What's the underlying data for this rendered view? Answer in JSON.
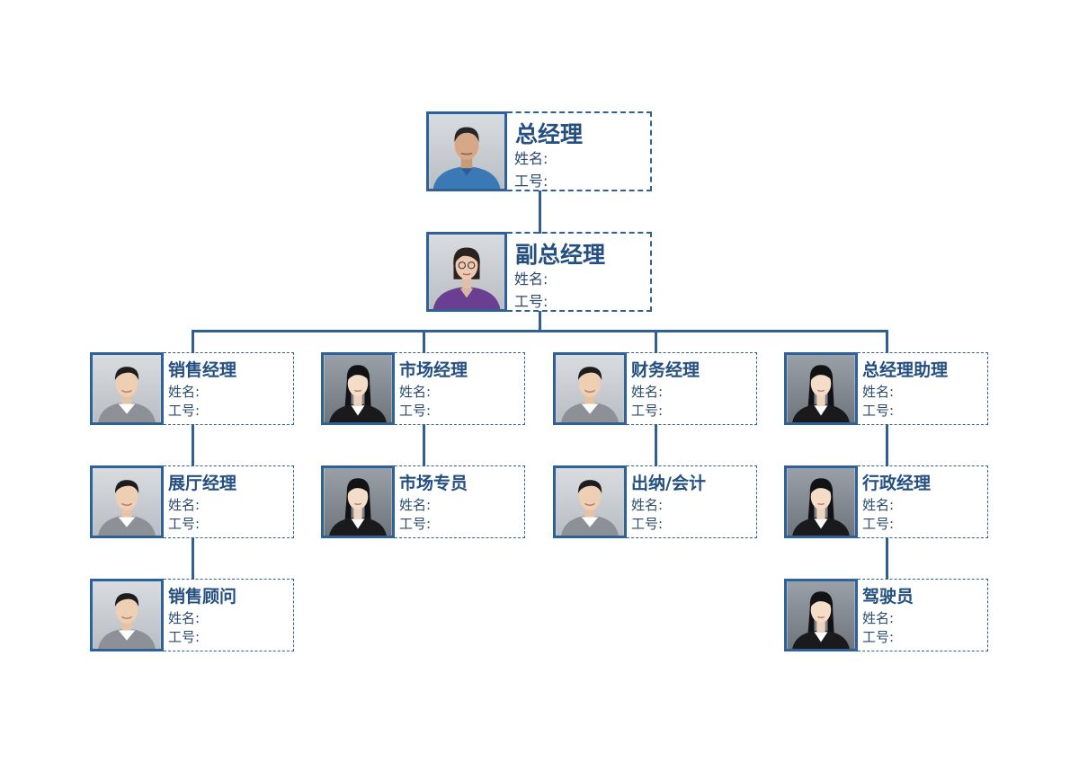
{
  "nodes": {
    "gm": {
      "title": "总经理",
      "name_label": "姓名:",
      "id_label": "工号:",
      "photo": "man-blue-shirt-avatar"
    },
    "vgm": {
      "title": "副总经理",
      "name_label": "姓名:",
      "id_label": "工号:",
      "photo": "woman-glasses-purple-avatar"
    },
    "sales": {
      "title": "销售经理",
      "name_label": "姓名:",
      "id_label": "工号:",
      "photo": "young-man-avatar"
    },
    "market": {
      "title": "市场经理",
      "name_label": "姓名:",
      "id_label": "工号:",
      "photo": "young-woman-avatar"
    },
    "finance": {
      "title": "财务经理",
      "name_label": "姓名:",
      "id_label": "工号:",
      "photo": "young-man-avatar"
    },
    "assist": {
      "title": "总经理助理",
      "name_label": "姓名:",
      "id_label": "工号:",
      "photo": "young-woman-avatar"
    },
    "hall": {
      "title": "展厅经理",
      "name_label": "姓名:",
      "id_label": "工号:",
      "photo": "young-man-avatar"
    },
    "mspec": {
      "title": "市场专员",
      "name_label": "姓名:",
      "id_label": "工号:",
      "photo": "young-woman-avatar"
    },
    "cashier": {
      "title": "出纳/会计",
      "name_label": "姓名:",
      "id_label": "工号:",
      "photo": "young-man-avatar"
    },
    "admin": {
      "title": "行政经理",
      "name_label": "姓名:",
      "id_label": "工号:",
      "photo": "young-woman-avatar"
    },
    "consult": {
      "title": "销售顾问",
      "name_label": "姓名:",
      "id_label": "工号:",
      "photo": "young-man-avatar"
    },
    "driver": {
      "title": "驾驶员",
      "name_label": "姓名:",
      "id_label": "工号:",
      "photo": "young-woman-avatar"
    }
  },
  "colors": {
    "accent": "#2d6197",
    "line": "#2f5f93",
    "title": "#244f80"
  }
}
